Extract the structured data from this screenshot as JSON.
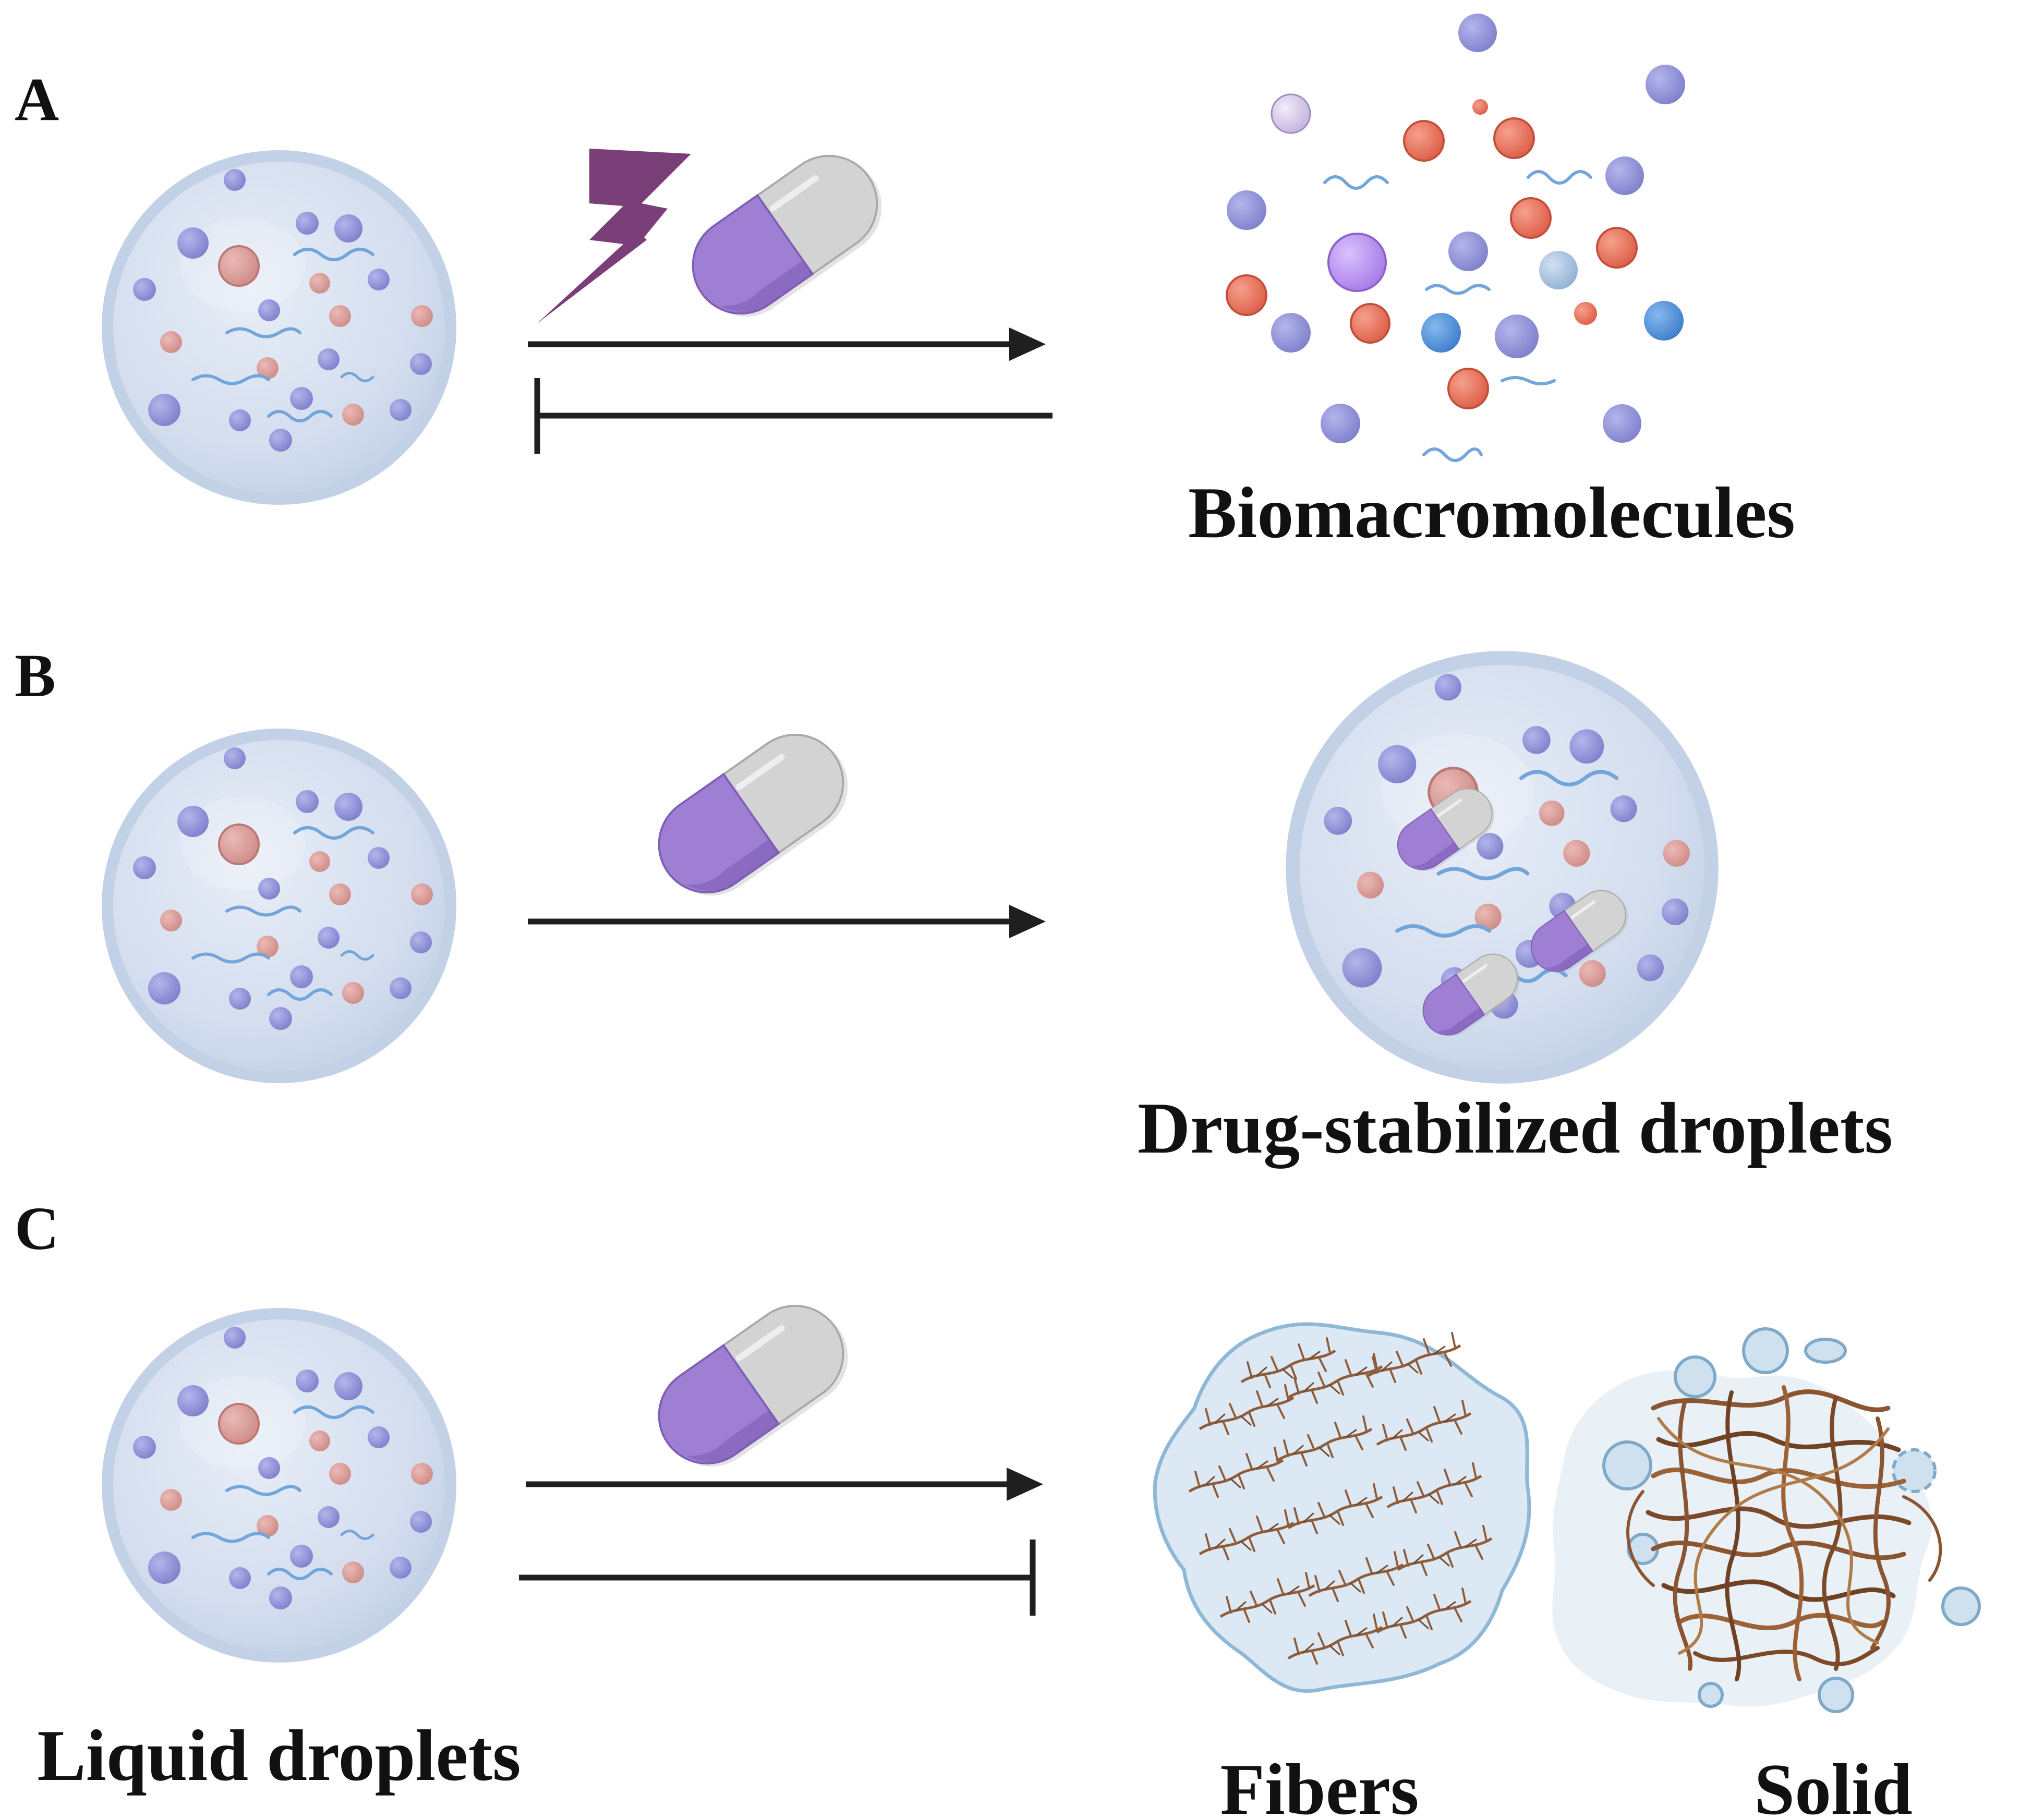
{
  "panels": {
    "a": {
      "letter": "A",
      "result_label": "Biomacromolecules"
    },
    "b": {
      "letter": "B",
      "result_label": "Drug-stabilized droplets"
    },
    "c": {
      "letter": "C",
      "start_label": "Liquid droplets",
      "result_label_1": "Fibers",
      "result_label_2": "Solid"
    }
  },
  "icons": {
    "droplet": "liquid-droplet-icon",
    "capsule": "drug-capsule-icon",
    "bolt": "lightning-bolt-icon",
    "fibers": "fiber-aggregate-icon",
    "solid": "solid-aggregate-icon"
  },
  "colors": {
    "droplet_fill": "#c9d7ea",
    "droplet_inner": "#dbe5f3",
    "molecule_purple": "#8e90d6",
    "molecule_red": "#e46e5a",
    "molecule_pink": "#d49a97",
    "molecule_blue": "#4f8fd8",
    "capsule_purple": "#9a7ad0",
    "capsule_gray": "#d0d0d0",
    "bolt": "#7a3e78",
    "fiber_brown": "#8a5530",
    "arrow": "#1f1f1f"
  }
}
